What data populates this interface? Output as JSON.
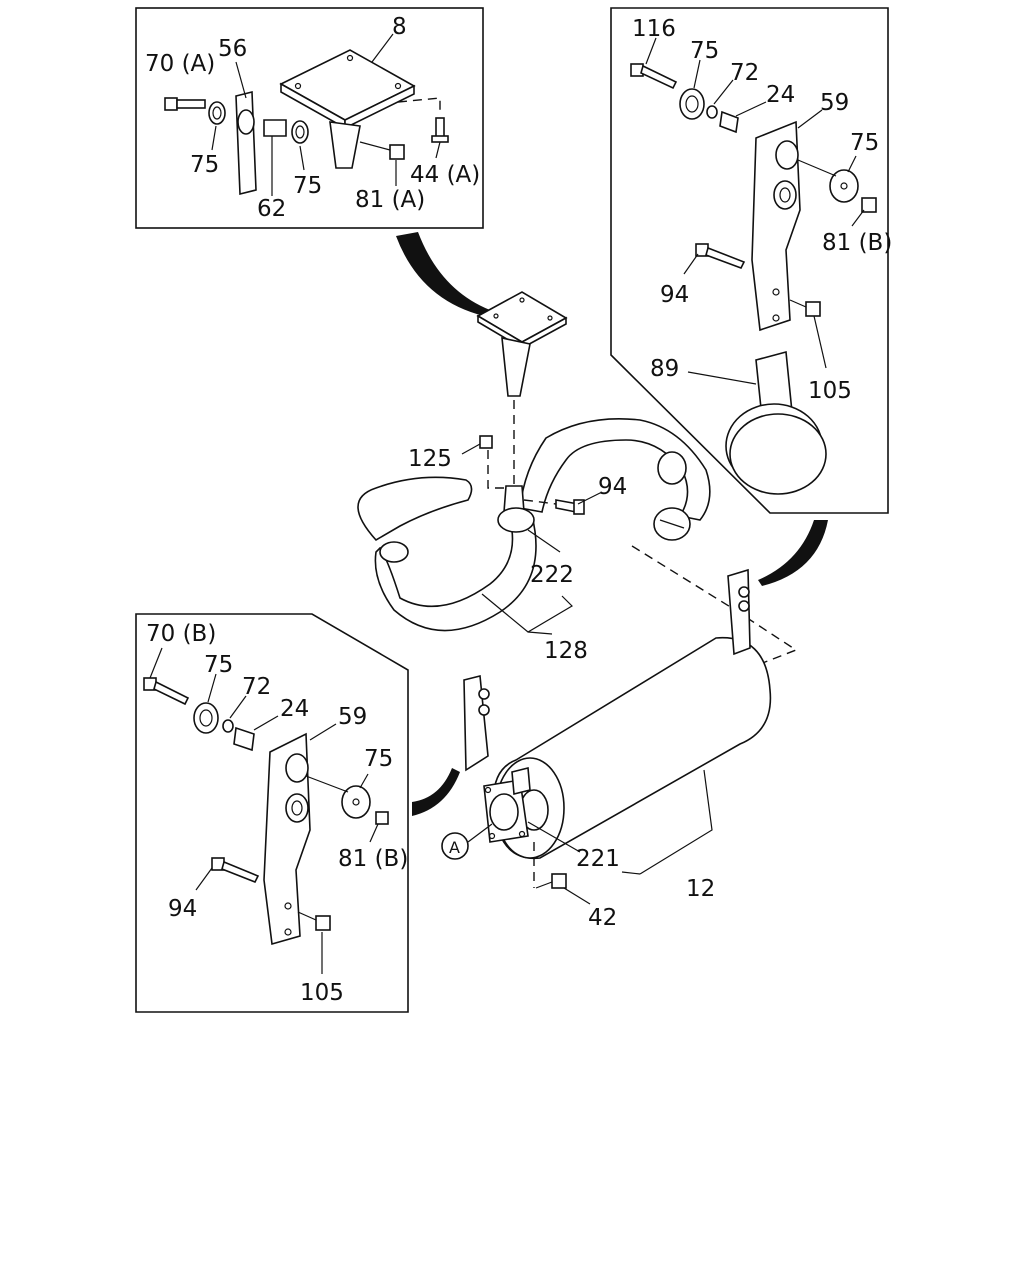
{
  "inset_top_left": {
    "labels": {
      "p70a": "70 (A)",
      "p56": "56",
      "p8": "8",
      "p75a": "75",
      "p75b": "75",
      "p62": "62",
      "p81a": "81 (A)",
      "p44a": "44 (A)"
    }
  },
  "inset_top_right": {
    "labels": {
      "p116": "116",
      "p75a": "75",
      "p72": "72",
      "p24": "24",
      "p59": "59",
      "p75b": "75",
      "p81b": "81 (B)",
      "p94": "94",
      "p89": "89",
      "p105": "105"
    }
  },
  "inset_bottom_left": {
    "labels": {
      "p70b": "70 (B)",
      "p75a": "75",
      "p72": "72",
      "p24": "24",
      "p59": "59",
      "p75b": "75",
      "p81b": "81 (B)",
      "p94": "94",
      "p105": "105"
    }
  },
  "main": {
    "labels": {
      "p125": "125",
      "p94": "94",
      "p222": "222",
      "p128": "128",
      "p221": "221",
      "p12": "12",
      "p42": "42",
      "ref_a": "A"
    }
  }
}
